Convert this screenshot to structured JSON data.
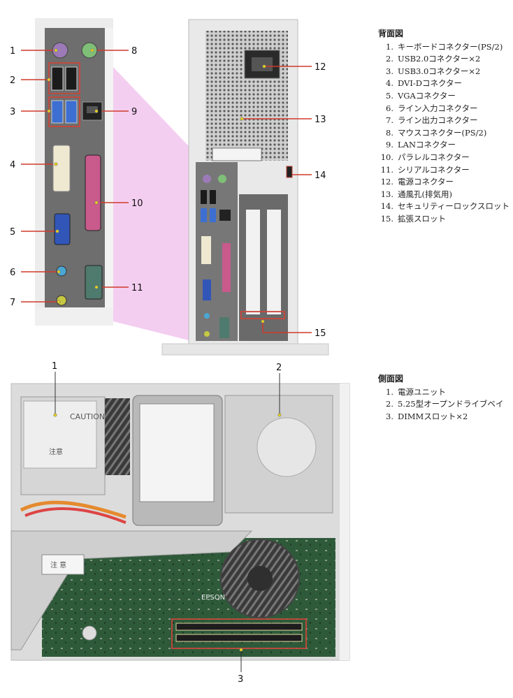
{
  "rear_view": {
    "title": "背面図",
    "items": [
      {
        "num": "1.",
        "label": "キーボードコネクター(PS/2)"
      },
      {
        "num": "2.",
        "label": "USB2.0コネクター×2"
      },
      {
        "num": "3.",
        "label": "USB3.0コネクター×2"
      },
      {
        "num": "4.",
        "label": "DVI-Dコネクター"
      },
      {
        "num": "5.",
        "label": "VGAコネクター"
      },
      {
        "num": "6.",
        "label": "ライン入力コネクター"
      },
      {
        "num": "7.",
        "label": "ライン出力コネクター"
      },
      {
        "num": "8.",
        "label": "マウスコネクター(PS/2)"
      },
      {
        "num": "9.",
        "label": "LANコネクター"
      },
      {
        "num": "10.",
        "label": "パラレルコネクター"
      },
      {
        "num": "11.",
        "label": "シリアルコネクター"
      },
      {
        "num": "12.",
        "label": "電源コネクター"
      },
      {
        "num": "13.",
        "label": "通風孔(排気用)"
      },
      {
        "num": "14.",
        "label": "セキュリティーロックスロット"
      },
      {
        "num": "15.",
        "label": "拡張スロット"
      }
    ],
    "callouts": [
      "1",
      "2",
      "3",
      "4",
      "5",
      "6",
      "7",
      "8",
      "9",
      "10",
      "11",
      "12",
      "13",
      "14",
      "15"
    ]
  },
  "side_view": {
    "title": "側面図",
    "items": [
      {
        "num": "1.",
        "label": "電源ユニット"
      },
      {
        "num": "2.",
        "label": "5.25型オープンドライブベイ"
      },
      {
        "num": "3.",
        "label": "DIMMスロット×2"
      }
    ],
    "callouts": [
      "1",
      "2",
      "3"
    ]
  },
  "psu_label": {
    "caution": "CAUTION",
    "warn_jp": "注意"
  },
  "board_label": {
    "brand": "EPSON",
    "warn_jp": "注 意"
  },
  "colors": {
    "callout_line": "#d03a2c",
    "highlight_box": "#c9463b",
    "zoom_fan": "#f2c6ee",
    "chassis": "#e9e9e9",
    "panel_dark": "#6d6d6d",
    "ps2_keyboard": "#9c7ab8",
    "ps2_mouse": "#7fbf77",
    "usb3": "#3c6fd1",
    "vga": "#3256b8",
    "parallel": "#c85a8c",
    "serial": "#4f7a6e",
    "line_in": "#4aa7d4",
    "line_out": "#c6c841",
    "board_green": "#2f5a3c"
  }
}
